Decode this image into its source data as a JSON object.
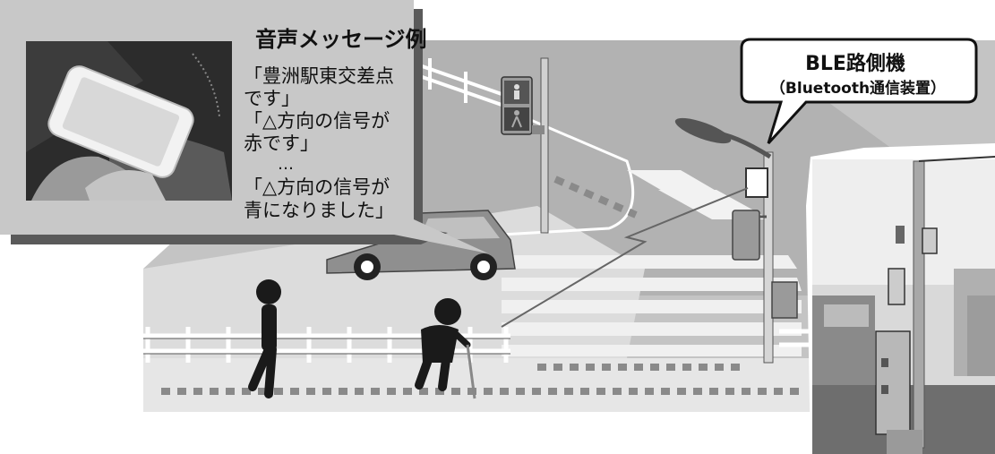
{
  "message_panel": {
    "title": "音声メッセージ例",
    "lines": [
      "「豊洲駅東交差点",
      "です」",
      "「△方向の信号が",
      "赤です」",
      "…",
      "「△方向の信号が",
      "青になりました」"
    ]
  },
  "device_callout": {
    "line1": "BLE路側機",
    "line2": "（Bluetooth通信装置）"
  },
  "colors": {
    "panel_fill": "#c8c8c8",
    "panel_shadow": "#5a5a5a",
    "road": "#bdbdbd",
    "sidewalk": "#e4e4e4",
    "figure": "#1a1a1a"
  }
}
